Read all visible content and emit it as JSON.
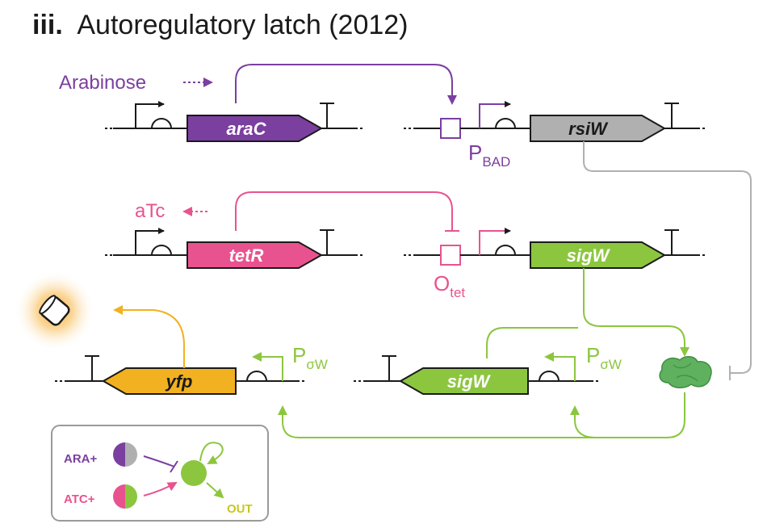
{
  "title": {
    "numeral": "iii.",
    "text": "Autoregulatory latch (2012)"
  },
  "inducers": {
    "arabinose": "Arabinose",
    "atc": "aTc"
  },
  "genes": {
    "araC": "araC",
    "rsiW": "rsiW",
    "tetR": "tetR",
    "sigW_top": "sigW",
    "yfp": "yfp",
    "sigW_bottom": "sigW"
  },
  "promoters": {
    "pbad_main": "P",
    "pbad_sub": "BAD",
    "otet_main": "O",
    "otet_sub": "tet",
    "psigw1_main": "P",
    "psigw1_sub": "σW",
    "psigw2_main": "P",
    "psigw2_sub": "σW"
  },
  "legend": {
    "ara": "ARA+",
    "atc": "ATC+",
    "out": "OUT"
  },
  "colors": {
    "purple": "#7b3fa0",
    "pink": "#e8538f",
    "green": "#8cc63f",
    "gray": "#b0b0b0",
    "orange": "#f2b120",
    "olive": "#c8c81e",
    "dark": "#1a1a1a"
  },
  "icons": {
    "cell": "glowing-cell-icon",
    "protein": "sigw-protein-blob-icon"
  }
}
